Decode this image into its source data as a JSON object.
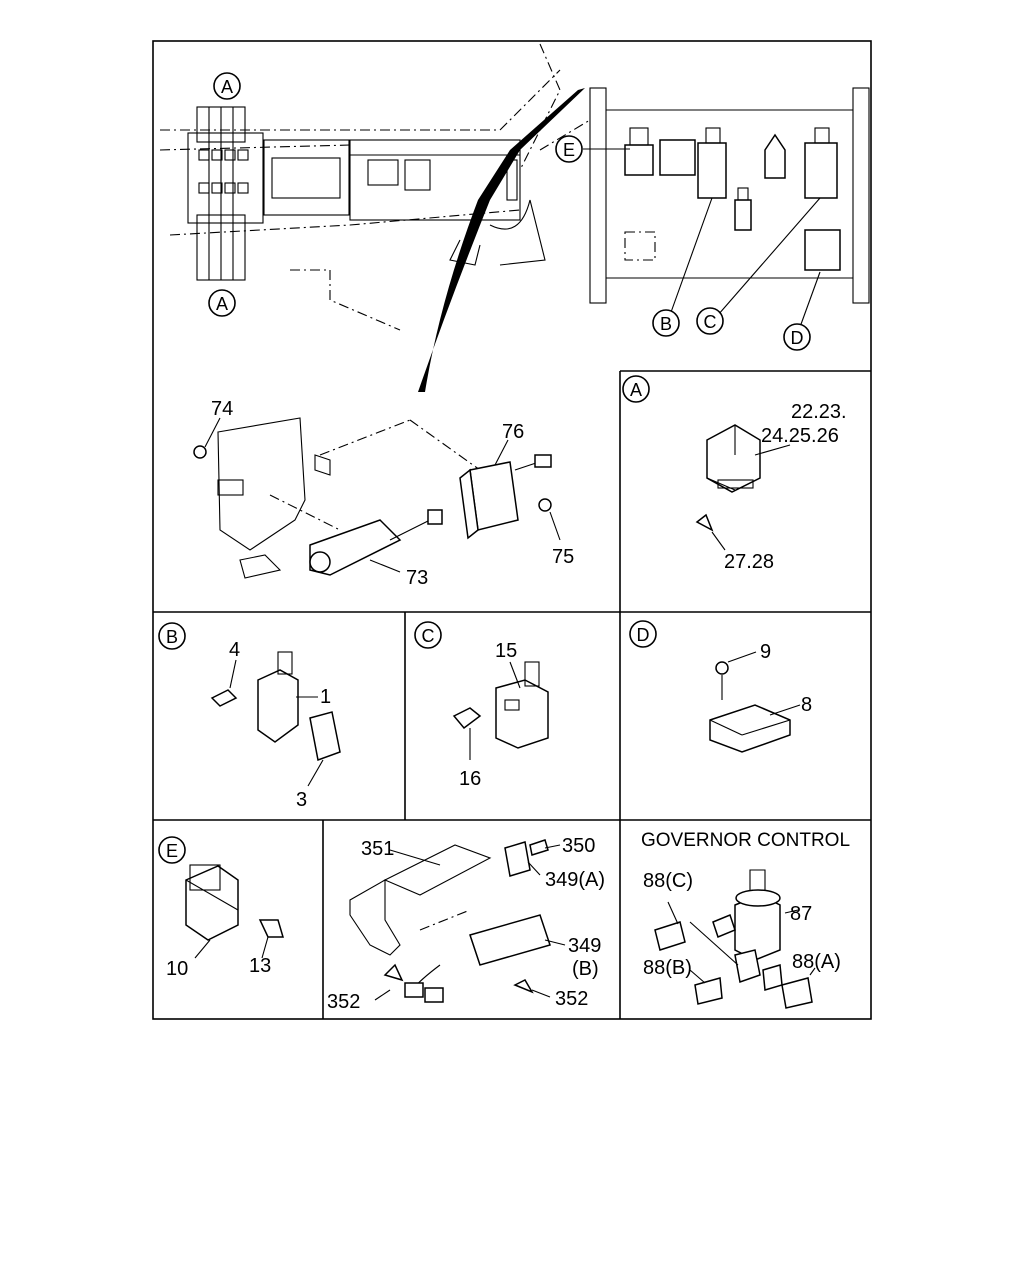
{
  "callouts": {
    "a_top": "A",
    "a_bottom": "A",
    "b_main": "B",
    "c_main": "C",
    "d_main": "D",
    "e_main": "E"
  },
  "main_parts": {
    "p74": "74",
    "p76": "76",
    "p75": "75",
    "p73": "73"
  },
  "panel_a": {
    "letter": "A",
    "line1": "22.23.",
    "line2": "24.25.26",
    "screw": "27.28"
  },
  "panel_b": {
    "letter": "B",
    "p4": "4",
    "p1": "1",
    "p3": "3"
  },
  "panel_c": {
    "letter": "C",
    "p15": "15",
    "p16": "16"
  },
  "panel_d": {
    "letter": "D",
    "p9": "9",
    "p8": "8"
  },
  "panel_e": {
    "letter": "E",
    "p10": "10",
    "p13": "13"
  },
  "panel_mid": {
    "p351": "351",
    "p350": "350",
    "p349a": "349(A)",
    "p349b_1": "349",
    "p349b_2": "(B)",
    "p352_left": "352",
    "p352_right": "352"
  },
  "governor": {
    "title": "GOVERNOR CONTROL",
    "p88c": "88(C)",
    "p87": "87",
    "p88b": "88(B)",
    "p88a": "88(A)"
  }
}
